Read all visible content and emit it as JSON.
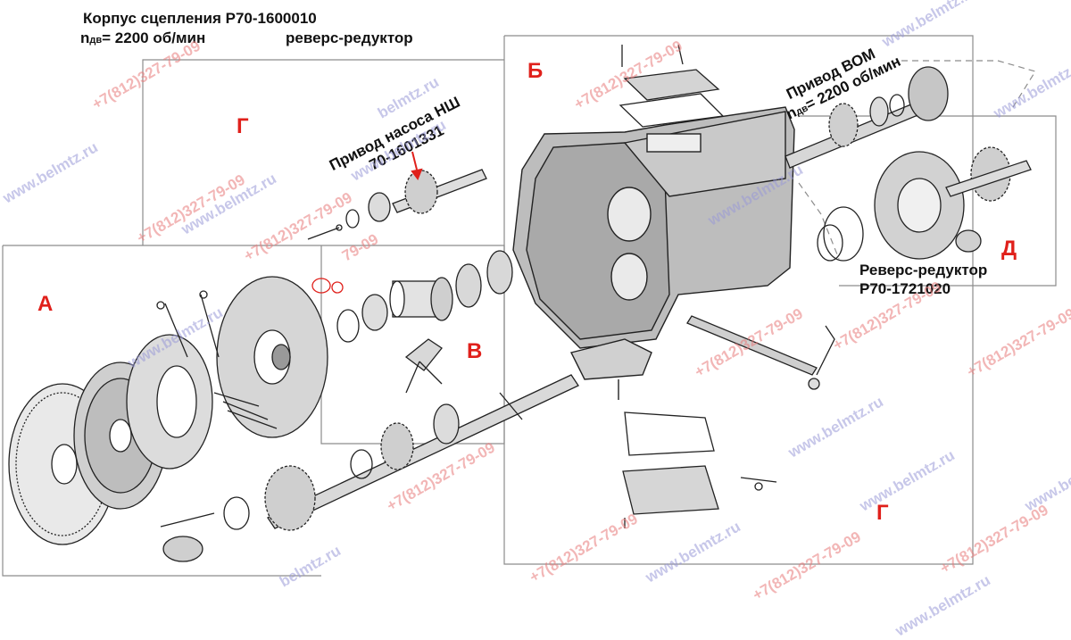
{
  "header": {
    "title": "Корпус сцепления Р70-1600010",
    "speed_prefix": "n",
    "speed_subscript": "дв",
    "speed_value": "= 2200 об/мин",
    "reverse_label": "реверс-редуктор"
  },
  "callouts": {
    "pump_drive_line1": "Привод насоса НШ",
    "pump_drive_line2": "70-1601331",
    "pto_drive_line1": "Привод ВОМ",
    "pto_speed_prefix": "n",
    "pto_speed_subscript": "дв",
    "pto_speed_value": "= 2200 об/мин",
    "reverse_gear_line1": "Реверс-редуктор",
    "reverse_gear_line2": "Р70-1721020"
  },
  "zones": {
    "a": "А",
    "b": "Б",
    "v": "В",
    "g_top": "Г",
    "g_bottom": "Г",
    "d": "Д"
  },
  "watermarks": {
    "site": "www.belmtz.ru",
    "site_short": "belmtz.ru",
    "phone": "+7(812)327-79-09",
    "phone_partial": "79-09",
    "colors": {
      "site": "#9a9ad8",
      "phone": "#e87b7b"
    }
  },
  "colors": {
    "zone_letter": "#e0201b",
    "frame": "#8c8c8c",
    "ink": "#111111"
  }
}
